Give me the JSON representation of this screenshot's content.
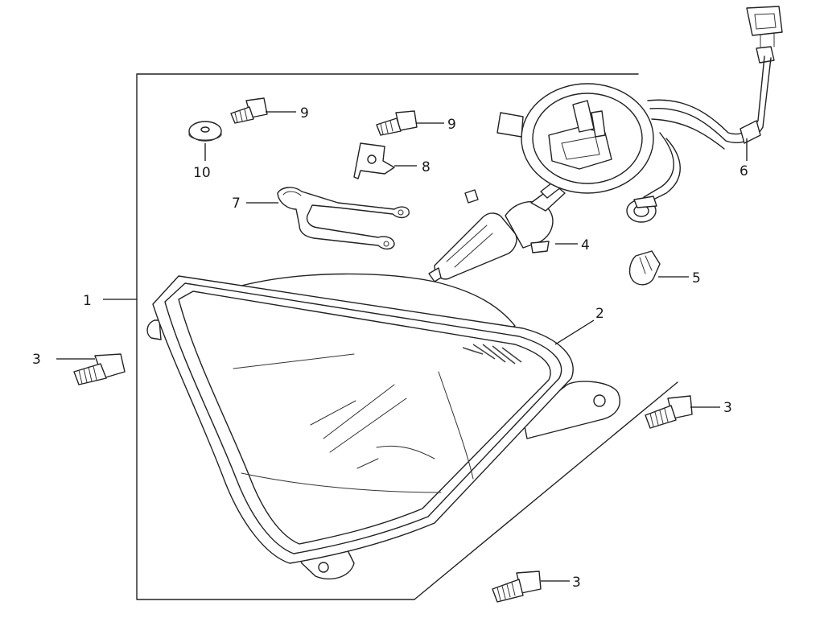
{
  "callouts": {
    "c1": "1",
    "c2": "2",
    "c3a": "3",
    "c3b": "3",
    "c3c": "3",
    "c4": "4",
    "c5": "5",
    "c6": "6",
    "c7": "7",
    "c8": "8",
    "c9a": "9",
    "c9b": "9",
    "c10": "10"
  }
}
